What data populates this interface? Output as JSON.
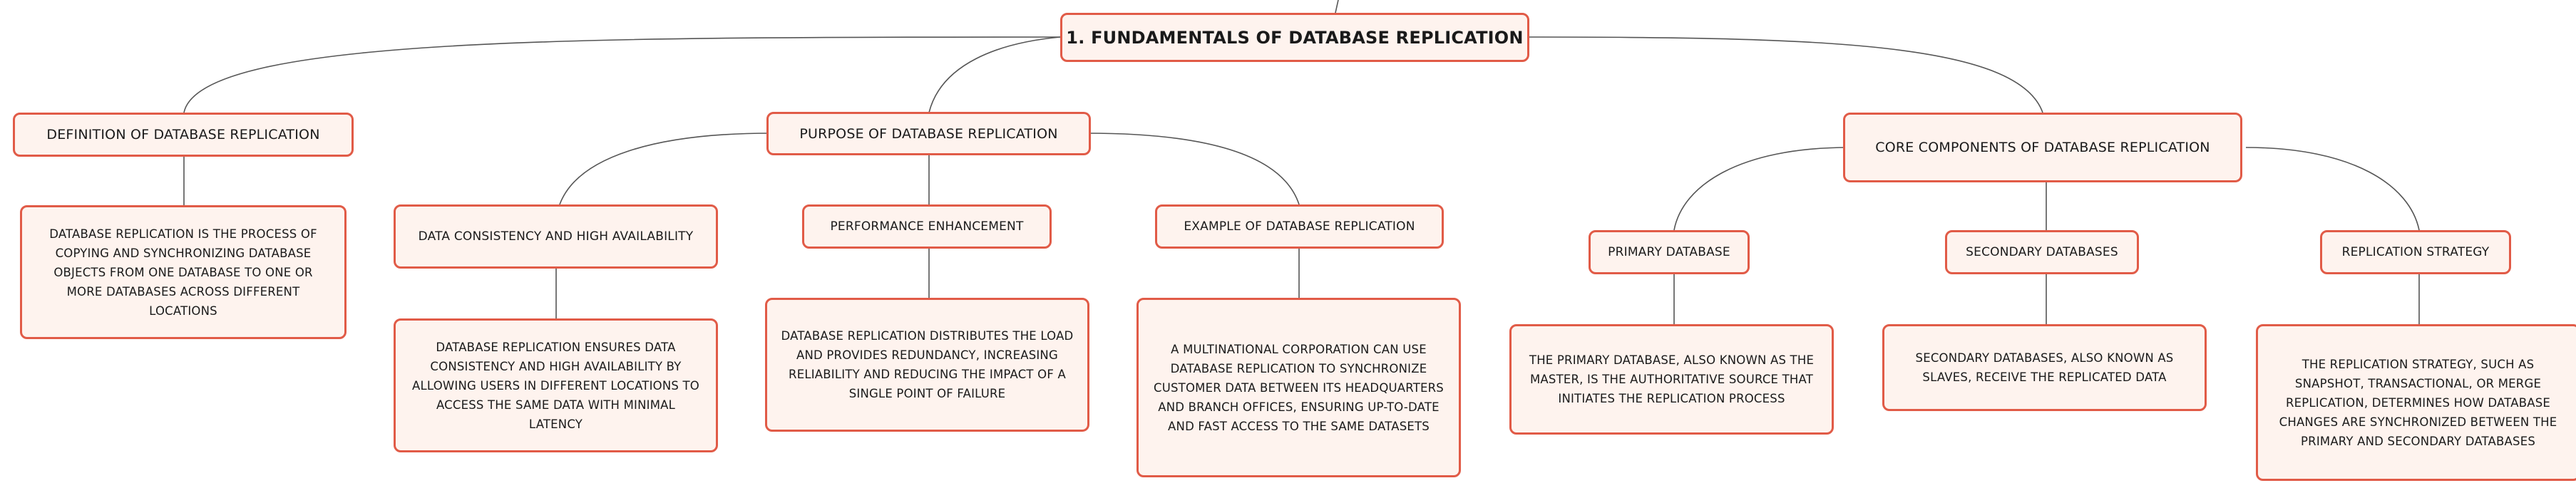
{
  "colors": {
    "border": "#e15b47",
    "fill": "#fef3ee",
    "line": "#555555"
  },
  "root": "1. FUNDAMENTALS OF DATABASE REPLICATION",
  "definition": {
    "title": "DEFINITION OF DATABASE REPLICATION",
    "detail": "DATABASE REPLICATION IS THE PROCESS OF COPYING AND SYNCHRONIZING DATABASE OBJECTS FROM ONE DATABASE TO ONE OR MORE DATABASES ACROSS DIFFERENT LOCATIONS"
  },
  "purpose": {
    "title": "PURPOSE OF DATABASE REPLICATION",
    "consistency": {
      "title": "DATA CONSISTENCY AND HIGH AVAILABILITY",
      "detail": "DATABASE REPLICATION ENSURES DATA CONSISTENCY AND HIGH AVAILABILITY BY ALLOWING USERS IN DIFFERENT LOCATIONS TO ACCESS THE SAME DATA WITH MINIMAL LATENCY"
    },
    "performance": {
      "title": "PERFORMANCE ENHANCEMENT",
      "detail": "DATABASE REPLICATION DISTRIBUTES THE LOAD AND PROVIDES REDUNDANCY, INCREASING RELIABILITY AND REDUCING THE IMPACT OF A SINGLE POINT OF FAILURE"
    },
    "example": {
      "title": "EXAMPLE OF DATABASE REPLICATION",
      "detail": "A MULTINATIONAL CORPORATION CAN USE DATABASE REPLICATION TO SYNCHRONIZE CUSTOMER DATA BETWEEN ITS HEADQUARTERS AND BRANCH OFFICES, ENSURING UP-TO-DATE AND FAST ACCESS TO THE SAME DATASETS"
    }
  },
  "core": {
    "title": "CORE COMPONENTS OF DATABASE REPLICATION",
    "primary": {
      "title": "PRIMARY DATABASE",
      "detail": "THE PRIMARY DATABASE, ALSO KNOWN AS THE MASTER, IS THE AUTHORITATIVE SOURCE THAT INITIATES THE REPLICATION PROCESS"
    },
    "secondary": {
      "title": "SECONDARY DATABASES",
      "detail": "SECONDARY DATABASES, ALSO KNOWN AS SLAVES, RECEIVE THE REPLICATED DATA"
    },
    "strategy": {
      "title": "REPLICATION STRATEGY",
      "detail": "THE REPLICATION STRATEGY, SUCH AS SNAPSHOT, TRANSACTIONAL, OR MERGE REPLICATION, DETERMINES HOW DATABASE CHANGES ARE SYNCHRONIZED BETWEEN THE PRIMARY AND SECONDARY DATABASES"
    }
  }
}
